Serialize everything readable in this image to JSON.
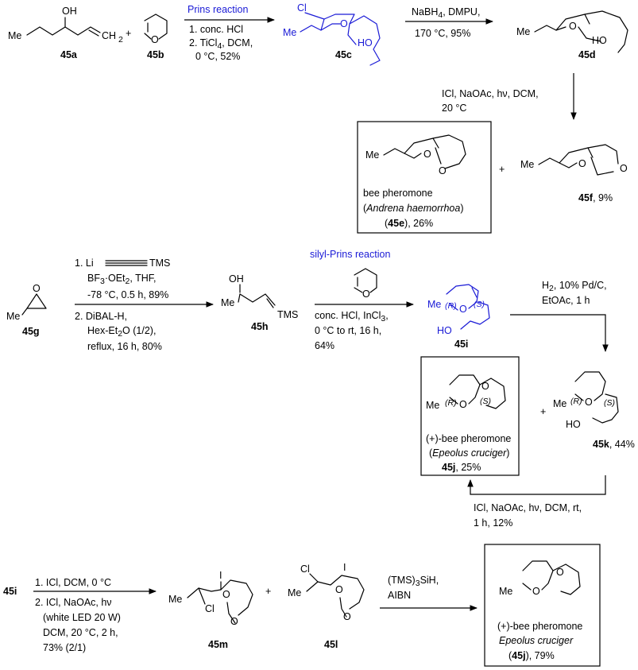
{
  "compounds": {
    "c45a": "45a",
    "c45b": "45b",
    "c45c": "45c",
    "c45d": "45d",
    "c45e": "45e",
    "c45f": "45f",
    "c45g": "45g",
    "c45h": "45h",
    "c45i": "45i",
    "c45j": "45j",
    "c45k": "45k",
    "c45l": "45l",
    "c45m": "45m",
    "c45i_start": "45i"
  },
  "atoms": {
    "OH": "OH",
    "HO": "HO",
    "O": "O",
    "Me": "Me",
    "Cl": "Cl",
    "I": "I",
    "TMS": "TMS",
    "CH2": "CH",
    "sub2": "2",
    "R": "(R)",
    "S": "(S)",
    "plus": "+"
  },
  "reactions": {
    "r1_title": "Prins reaction",
    "r1_l1": "1. conc. HCl",
    "r1_l2": "2. TiCl",
    "r1_l2b": ", DCM,",
    "r1_l3": "0 °C, 52%",
    "r2_l1": "NaBH",
    "r2_l1b": ", DMPU,",
    "r2_l2": "170 °C, 95%",
    "r3_l1": "ICl, NaOAc, hν, DCM,",
    "r3_l2": "20 °C",
    "r4_l1": "1.  Li",
    "r4_l1b": "TMS",
    "r4_l2": "BF",
    "r4_l2b": "·OEt",
    "r4_l2c": ", THF,",
    "r4_l3": "-78 °C, 0.5 h, 89%",
    "r4_l4": "2.  DiBAL-H,",
    "r4_l5": "Hex-Et",
    "r4_l5b": "O (1/2),",
    "r4_l6": "reflux, 16 h, 80%",
    "r5_title": "silyl-Prins reaction",
    "r5_l1": "conc. HCl, InCl",
    "r5_l1b": ",",
    "r5_l2": "0 °C to rt, 16 h,",
    "r5_l3": "64%",
    "r6_l1": "H",
    "r6_l1b": ", 10% Pd/C,",
    "r6_l2": "EtOAc, 1 h",
    "r7_l1": "ICl, NaOAc, hν, DCM, rt,",
    "r7_l2": "1 h, 12%",
    "r8_l1": "1. ICl, DCM, 0 °C",
    "r8_l2": "2. ICl, NaOAc, hν",
    "r8_l3": "(white LED 20 W)",
    "r8_l4": "DCM, 20 °C, 2 h,",
    "r8_l5": "73% (2/1)",
    "r9_l1": "(TMS)",
    "r9_l1b": "SiH,",
    "r9_l2": "AIBN"
  },
  "products": {
    "e_name": "bee pheromone",
    "e_species": "Andrena haemorrhoa",
    "e_yield": ", 26%",
    "f_yield": ", 9%",
    "j_name": "(+)-bee pheromone",
    "j_species": "Epeolus cruciger",
    "j_yield": ", 25%",
    "k_yield": ", 44%",
    "j2_name": "(+)-bee pheromone",
    "j2_species": "Epeolus cruciger",
    "j2_yield": ", 79%"
  }
}
